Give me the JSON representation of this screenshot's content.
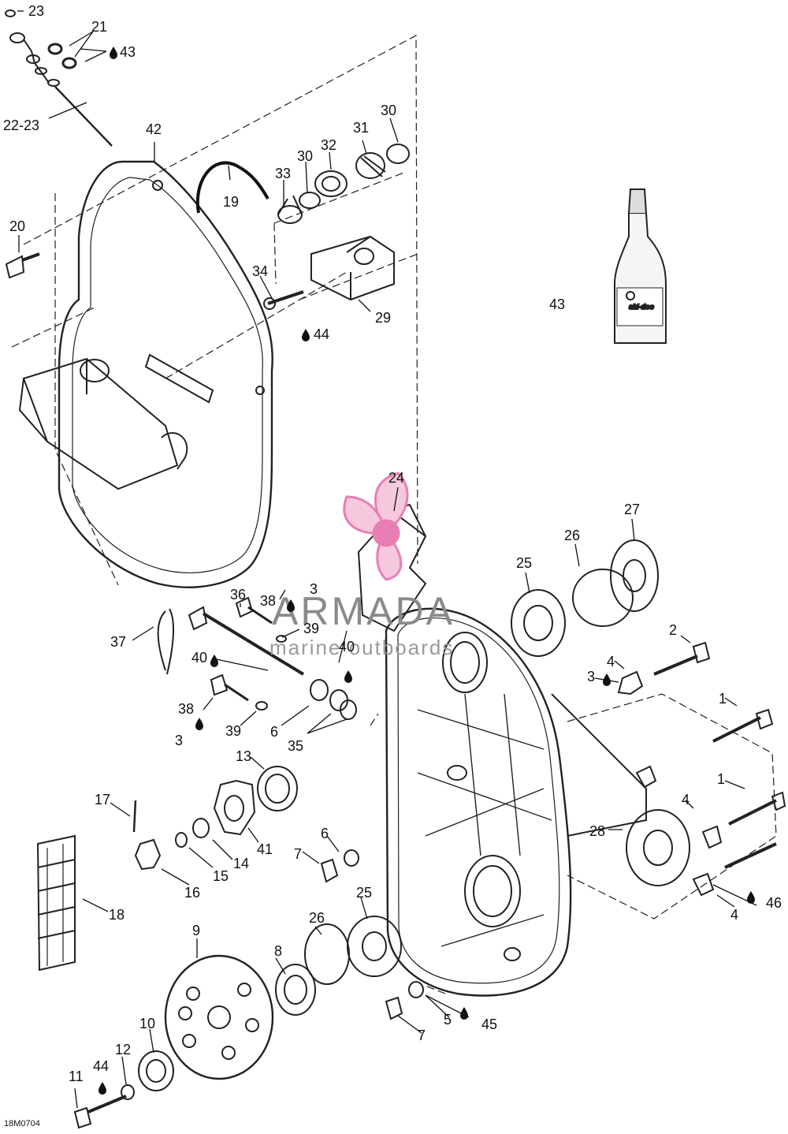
{
  "diagram": {
    "drawing_code": "18M0704",
    "watermark": {
      "brand": "ARMADA",
      "tagline": "marine outboards",
      "brand_color": "#e87fb4"
    },
    "bottle": {
      "brand": "ski-doo"
    },
    "callouts": [
      {
        "id": "c23",
        "text": "23"
      },
      {
        "id": "c21",
        "text": "21"
      },
      {
        "id": "c43a",
        "text": "43"
      },
      {
        "id": "c2223",
        "text": "22-23"
      },
      {
        "id": "c42",
        "text": "42"
      },
      {
        "id": "c19",
        "text": "19"
      },
      {
        "id": "c33",
        "text": "33"
      },
      {
        "id": "c30a",
        "text": "30"
      },
      {
        "id": "c32",
        "text": "32"
      },
      {
        "id": "c31",
        "text": "31"
      },
      {
        "id": "c30b",
        "text": "30"
      },
      {
        "id": "c20",
        "text": "20"
      },
      {
        "id": "c34",
        "text": "34"
      },
      {
        "id": "c29",
        "text": "29"
      },
      {
        "id": "c44a",
        "text": "44"
      },
      {
        "id": "c43b",
        "text": "43"
      },
      {
        "id": "c24",
        "text": "24"
      },
      {
        "id": "c27",
        "text": "27"
      },
      {
        "id": "c26a",
        "text": "26"
      },
      {
        "id": "c25a",
        "text": "25"
      },
      {
        "id": "c36",
        "text": "36"
      },
      {
        "id": "c38a",
        "text": "38"
      },
      {
        "id": "c3a",
        "text": "3"
      },
      {
        "id": "c39a",
        "text": "39"
      },
      {
        "id": "c37",
        "text": "37"
      },
      {
        "id": "c40a",
        "text": "40"
      },
      {
        "id": "c40b",
        "text": "40"
      },
      {
        "id": "c2",
        "text": "2"
      },
      {
        "id": "c4a",
        "text": "4"
      },
      {
        "id": "c3b",
        "text": "3"
      },
      {
        "id": "c1a",
        "text": "1"
      },
      {
        "id": "c38b",
        "text": "38"
      },
      {
        "id": "c3c",
        "text": "3"
      },
      {
        "id": "c39b",
        "text": "39"
      },
      {
        "id": "c6a",
        "text": "6"
      },
      {
        "id": "c35",
        "text": "35"
      },
      {
        "id": "c13",
        "text": "13"
      },
      {
        "id": "c1b",
        "text": "1"
      },
      {
        "id": "c17",
        "text": "17"
      },
      {
        "id": "c4b",
        "text": "4"
      },
      {
        "id": "c28",
        "text": "28"
      },
      {
        "id": "c6b",
        "text": "6"
      },
      {
        "id": "c7a",
        "text": "7"
      },
      {
        "id": "c41",
        "text": "41"
      },
      {
        "id": "c14",
        "text": "14"
      },
      {
        "id": "c15",
        "text": "15"
      },
      {
        "id": "c16",
        "text": "16"
      },
      {
        "id": "c46",
        "text": "46"
      },
      {
        "id": "c4c",
        "text": "4"
      },
      {
        "id": "c18",
        "text": "18"
      },
      {
        "id": "c25b",
        "text": "25"
      },
      {
        "id": "c9",
        "text": "9"
      },
      {
        "id": "c26b",
        "text": "26"
      },
      {
        "id": "c8",
        "text": "8"
      },
      {
        "id": "c10",
        "text": "10"
      },
      {
        "id": "c5",
        "text": "5"
      },
      {
        "id": "c45",
        "text": "45"
      },
      {
        "id": "c7b",
        "text": "7"
      },
      {
        "id": "c12",
        "text": "12"
      },
      {
        "id": "c44b",
        "text": "44"
      },
      {
        "id": "c11",
        "text": "11"
      }
    ]
  }
}
